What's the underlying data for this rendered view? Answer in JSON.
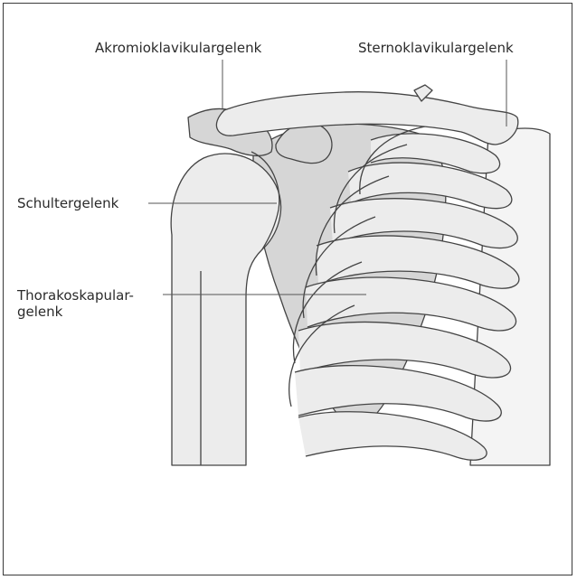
{
  "labels": {
    "acromioclavicular": "Akromioklavikulargelenk",
    "sternoclavicular": "Sternoklavikulargelenk",
    "shoulder_joint": "Schultergelenk",
    "scapulothoracic_line1": "Thorakoskapular-",
    "scapulothoracic_line2": "gelenk"
  }
}
